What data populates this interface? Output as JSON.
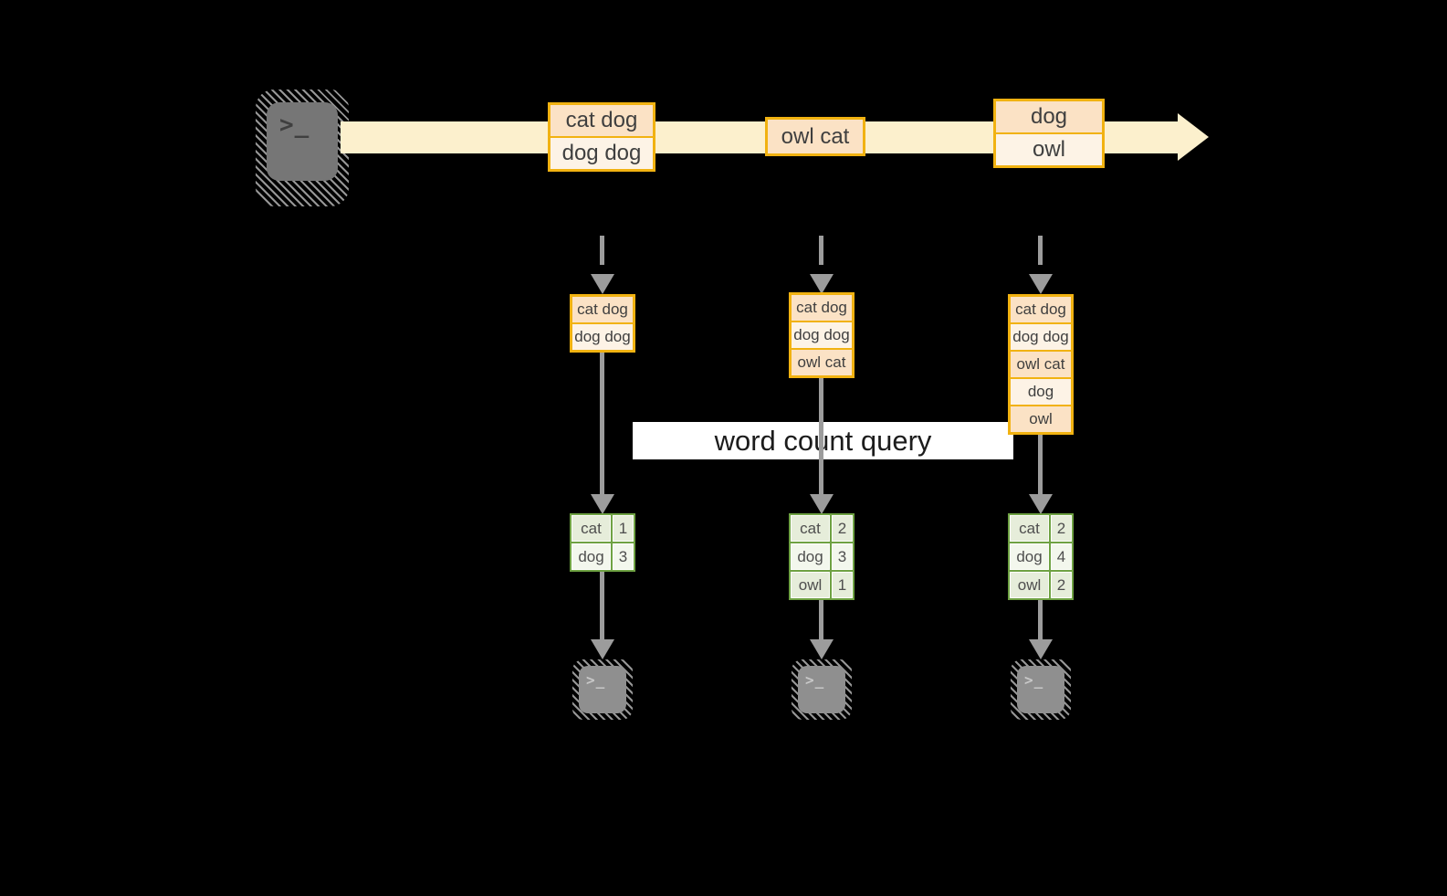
{
  "query_label": {
    "text": "word count query"
  },
  "terminal_prompt": ">_",
  "stream": {
    "micro_batches": [
      {
        "records": [
          "cat dog",
          "dog dog"
        ]
      },
      {
        "records": [
          "owl cat"
        ]
      },
      {
        "records": [
          "dog",
          "owl"
        ]
      }
    ]
  },
  "columns": [
    {
      "state_records": [
        "cat dog",
        "dog dog"
      ],
      "counts": [
        {
          "word": "cat",
          "count": "1"
        },
        {
          "word": "dog",
          "count": "3"
        }
      ]
    },
    {
      "state_records": [
        "cat dog",
        "dog dog",
        "owl cat"
      ],
      "counts": [
        {
          "word": "cat",
          "count": "2"
        },
        {
          "word": "dog",
          "count": "3"
        },
        {
          "word": "owl",
          "count": "1"
        }
      ]
    },
    {
      "state_records": [
        "cat dog",
        "dog dog",
        "owl cat",
        "dog",
        "owl"
      ],
      "counts": [
        {
          "word": "cat",
          "count": "2"
        },
        {
          "word": "dog",
          "count": "4"
        },
        {
          "word": "owl",
          "count": "2"
        }
      ]
    }
  ],
  "colors": {
    "gold": "#F1B211",
    "peach": "#FBE2C5",
    "cream": "#FDF3E6",
    "band": "#FCF0CD",
    "green": "#6FA243",
    "greenA": "#E6EDDA",
    "greenB": "#F3F7ED",
    "arrow": "#9C9C9C",
    "termDark": "#767676",
    "termLight": "#8F8F8F",
    "background": "#000000"
  }
}
